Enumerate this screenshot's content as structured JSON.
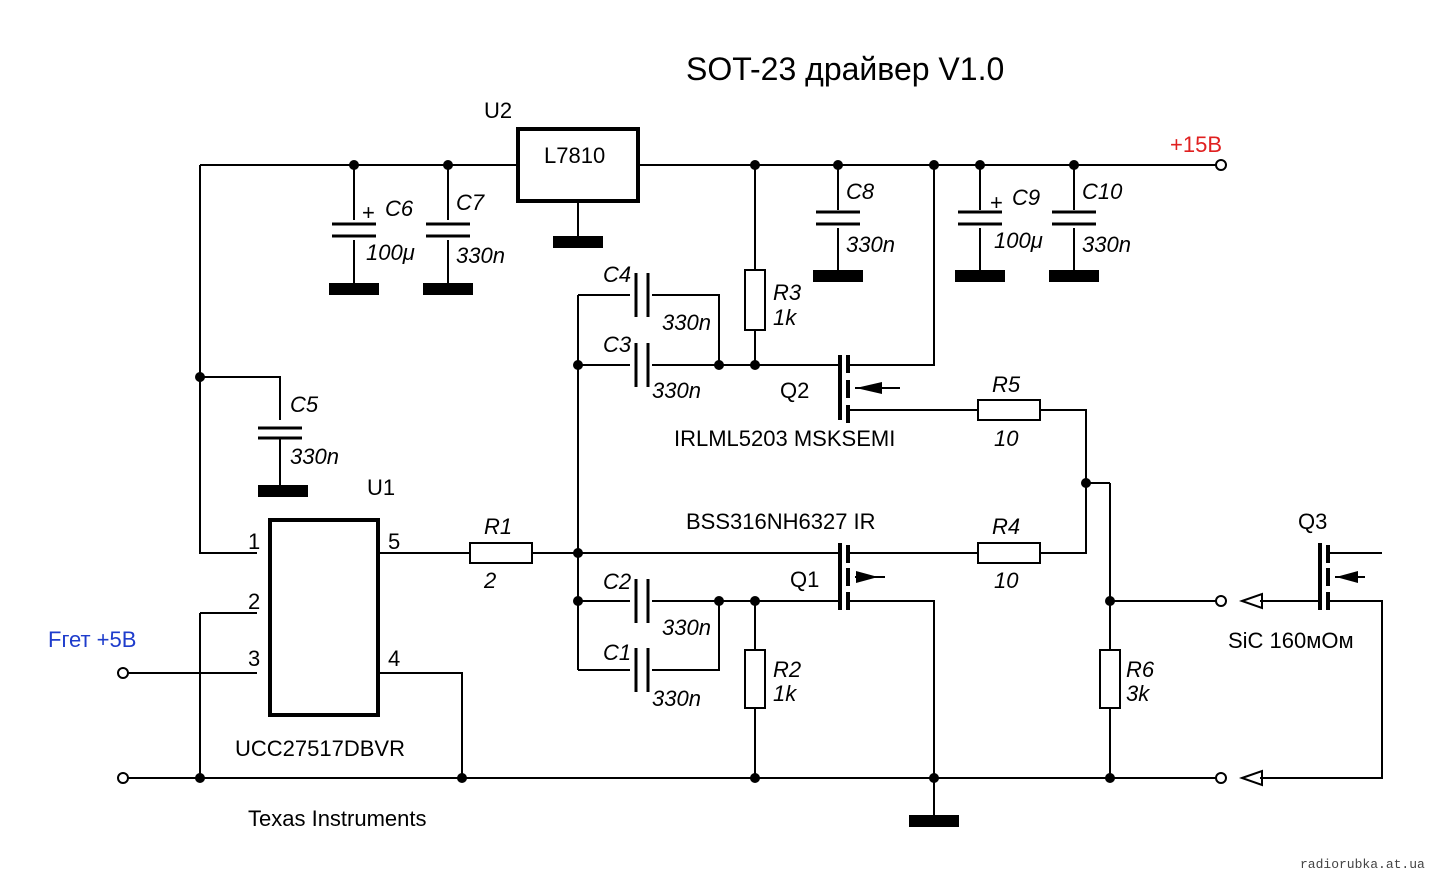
{
  "title": "SOT-23 драйвер V1.0",
  "supply_label": "+15В",
  "input_label": "Fгет +5В",
  "sic_label": "SiC 160мОм",
  "manufacturer": "Texas Instruments",
  "watermark": "radiorubka.at.ua",
  "colors": {
    "supply": "#e02020",
    "input": "#1e3ccc",
    "wire": "#000000"
  },
  "u1": {
    "ref": "U1",
    "part": "UCC27517DBVR",
    "pins": [
      "1",
      "2",
      "3",
      "4",
      "5"
    ]
  },
  "u2": {
    "ref": "U2",
    "part": "L7810"
  },
  "q1": {
    "ref": "Q1",
    "part": "BSS316NH6327 IR"
  },
  "q2": {
    "ref": "Q2",
    "part": "IRLML5203 MSKSEMI"
  },
  "q3": {
    "ref": "Q3"
  },
  "capacitors": {
    "c1": {
      "ref": "C1",
      "value": "330n"
    },
    "c2": {
      "ref": "C2",
      "value": "330n"
    },
    "c3": {
      "ref": "C3",
      "value": "330n"
    },
    "c4": {
      "ref": "C4",
      "value": "330n"
    },
    "c5": {
      "ref": "C5",
      "value": "330n"
    },
    "c6": {
      "ref": "C6",
      "value": "100μ",
      "polarity": "+"
    },
    "c7": {
      "ref": "C7",
      "value": "330n"
    },
    "c8": {
      "ref": "C8",
      "value": "330n"
    },
    "c9": {
      "ref": "C9",
      "value": "100μ",
      "polarity": "+"
    },
    "c10": {
      "ref": "C10",
      "value": "330n"
    }
  },
  "resistors": {
    "r1": {
      "ref": "R1",
      "value": "2"
    },
    "r2": {
      "ref": "R2",
      "value": "1k"
    },
    "r3": {
      "ref": "R3",
      "value": "1k"
    },
    "r4": {
      "ref": "R4",
      "value": "10"
    },
    "r5": {
      "ref": "R5",
      "value": "10"
    },
    "r6": {
      "ref": "R6",
      "value": "3k"
    }
  }
}
